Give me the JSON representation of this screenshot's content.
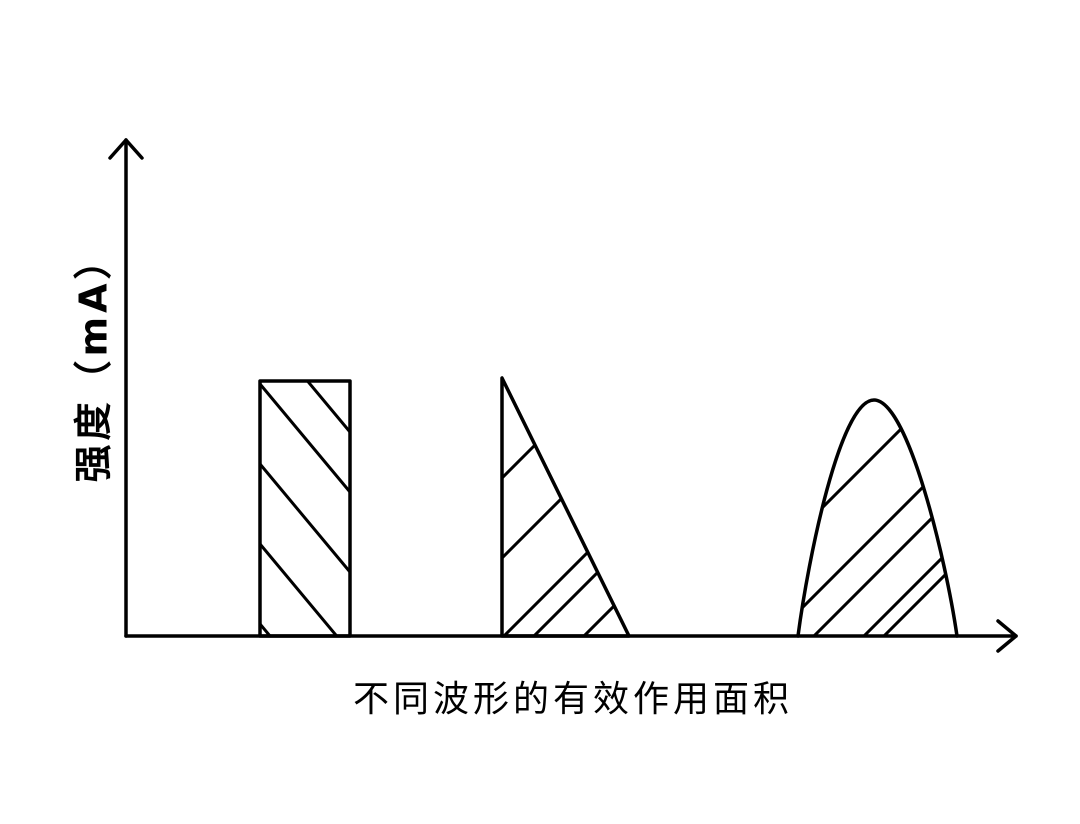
{
  "y_axis_label": "强度（mA）",
  "caption": "不同波形的有效作用面积",
  "shapes": [
    "rectangle",
    "right-triangle",
    "half-sine"
  ],
  "colors": {
    "ink": "#000000",
    "background": "#ffffff"
  }
}
